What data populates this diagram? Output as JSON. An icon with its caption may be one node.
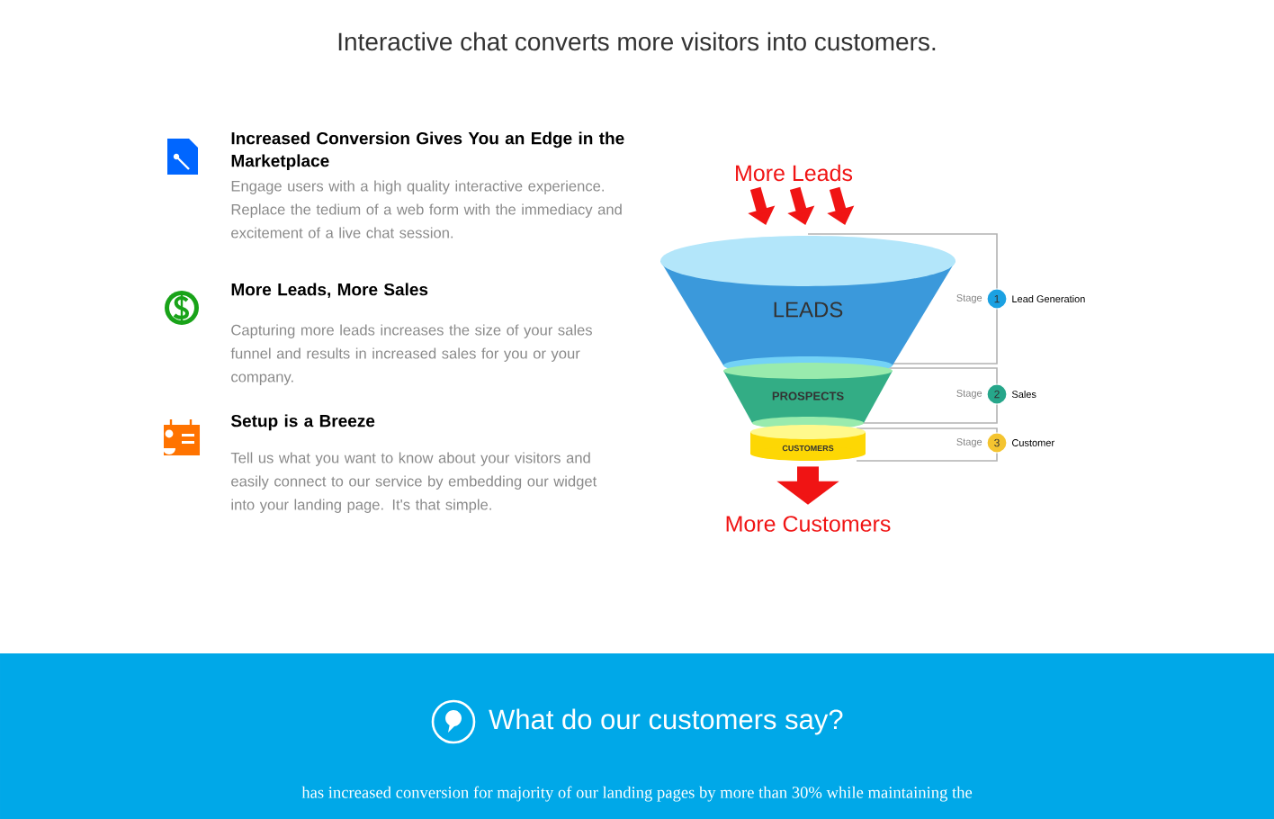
{
  "diagram": {
    "title": "Interactive chat converts more visitors into customers.",
    "nodes": [
      {
        "text": [
          "More Leads"
        ]
      },
      {
        "text": [
          "LEADS"
        ]
      },
      {
        "text": [
          "PROSPECTS"
        ]
      },
      {
        "text": [
          "CUSTOMERS"
        ]
      },
      {
        "text": [
          "More Customers"
        ]
      },
      {
        "text": [
          "1"
        ],
        "beside": [
          "Stage",
          "Lead Generation"
        ]
      },
      {
        "text": [
          "2"
        ],
        "beside": [
          "Stage",
          "Sales"
        ]
      },
      {
        "text": [
          "3"
        ],
        "beside": [
          "Stage",
          "Customer"
        ]
      }
    ],
    "edges": [
      {
        "from": 0,
        "to": 1,
        "arrow": "to"
      },
      {
        "from": 0,
        "to": 1,
        "arrow": "to"
      },
      {
        "from": 0,
        "to": 1,
        "arrow": "to"
      },
      {
        "from": 3,
        "to": 4,
        "arrow": "to",
        "style": "thick"
      }
    ],
    "labels": [
      "Increased Conversion Gives You an Edge in the Marketplace",
      "Engage users with a high quality interactive experience. Replace the tedium of a web form with the immediacy and excitement of a live chat session.",
      "More Leads, More Sales",
      "Capturing more leads increases the size of your sales funnel and results in increased sales for you or your company.",
      "Setup is a Breeze",
      "Tell us what you want to know about your visitors and easily connect to our service by embedding our widget into your landing page. It's that simple.",
      "What do our customers say?",
      "has increased conversion for majority of our landing pages by more than 30% while maintaining the"
    ]
  }
}
